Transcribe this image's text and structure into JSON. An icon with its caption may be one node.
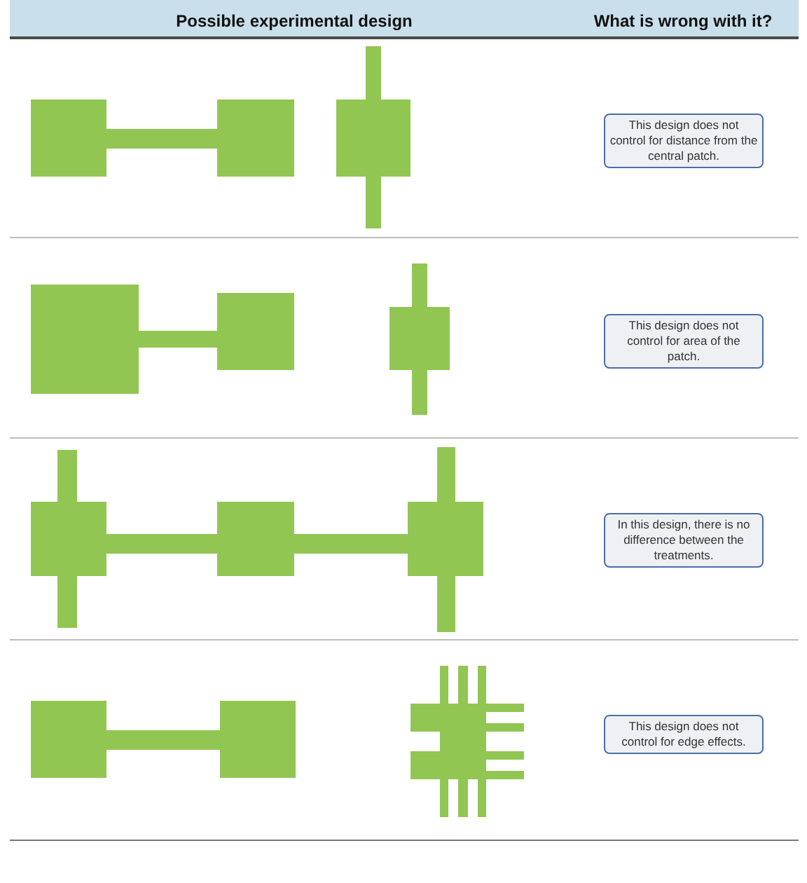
{
  "diagram": {
    "nodes": [
      {
        "text": [
          "This design does not control for distance from the central patch."
        ]
      },
      {
        "text": [
          "This design does not control for area of the patch."
        ]
      },
      {
        "text": [
          "In this design, there is no difference between the treatments."
        ]
      },
      {
        "text": [
          "This design does not control for edge effects."
        ]
      }
    ],
    "edges": [],
    "labels": [
      "Possible experimental design",
      "What is wrong with it?"
    ]
  }
}
